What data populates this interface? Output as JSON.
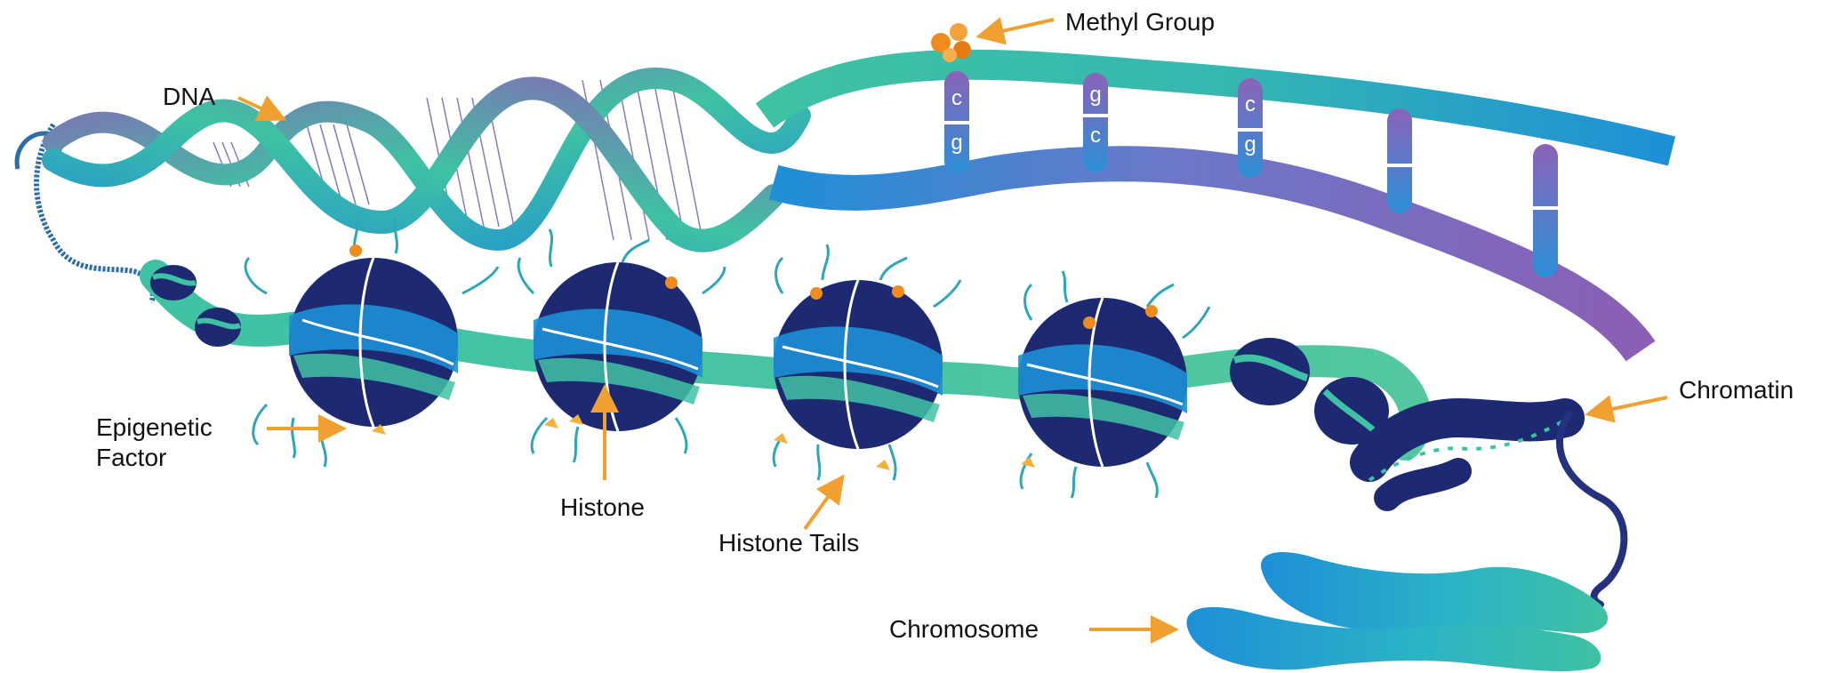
{
  "labels": {
    "dna": "DNA",
    "methyl_group": "Methyl Group",
    "epigenetic_factor_line1": "Epigenetic",
    "epigenetic_factor_line2": "Factor",
    "histone": "Histone",
    "histone_tails": "Histone Tails",
    "chromatin": "Chromatin",
    "chromosome": "Chromosome"
  },
  "base_pairs": [
    {
      "top": "c",
      "bottom": "g"
    },
    {
      "top": "g",
      "bottom": "c"
    },
    {
      "top": "c",
      "bottom": "g"
    },
    {
      "top": "",
      "bottom": ""
    },
    {
      "top": "",
      "bottom": ""
    }
  ],
  "colors": {
    "arrow": "#f0a030",
    "navy": "#1d2a72",
    "teal": "#3fc2a3",
    "blue": "#1e8fd6",
    "purple": "#8a63b8",
    "methyl": "#f08c1e"
  }
}
